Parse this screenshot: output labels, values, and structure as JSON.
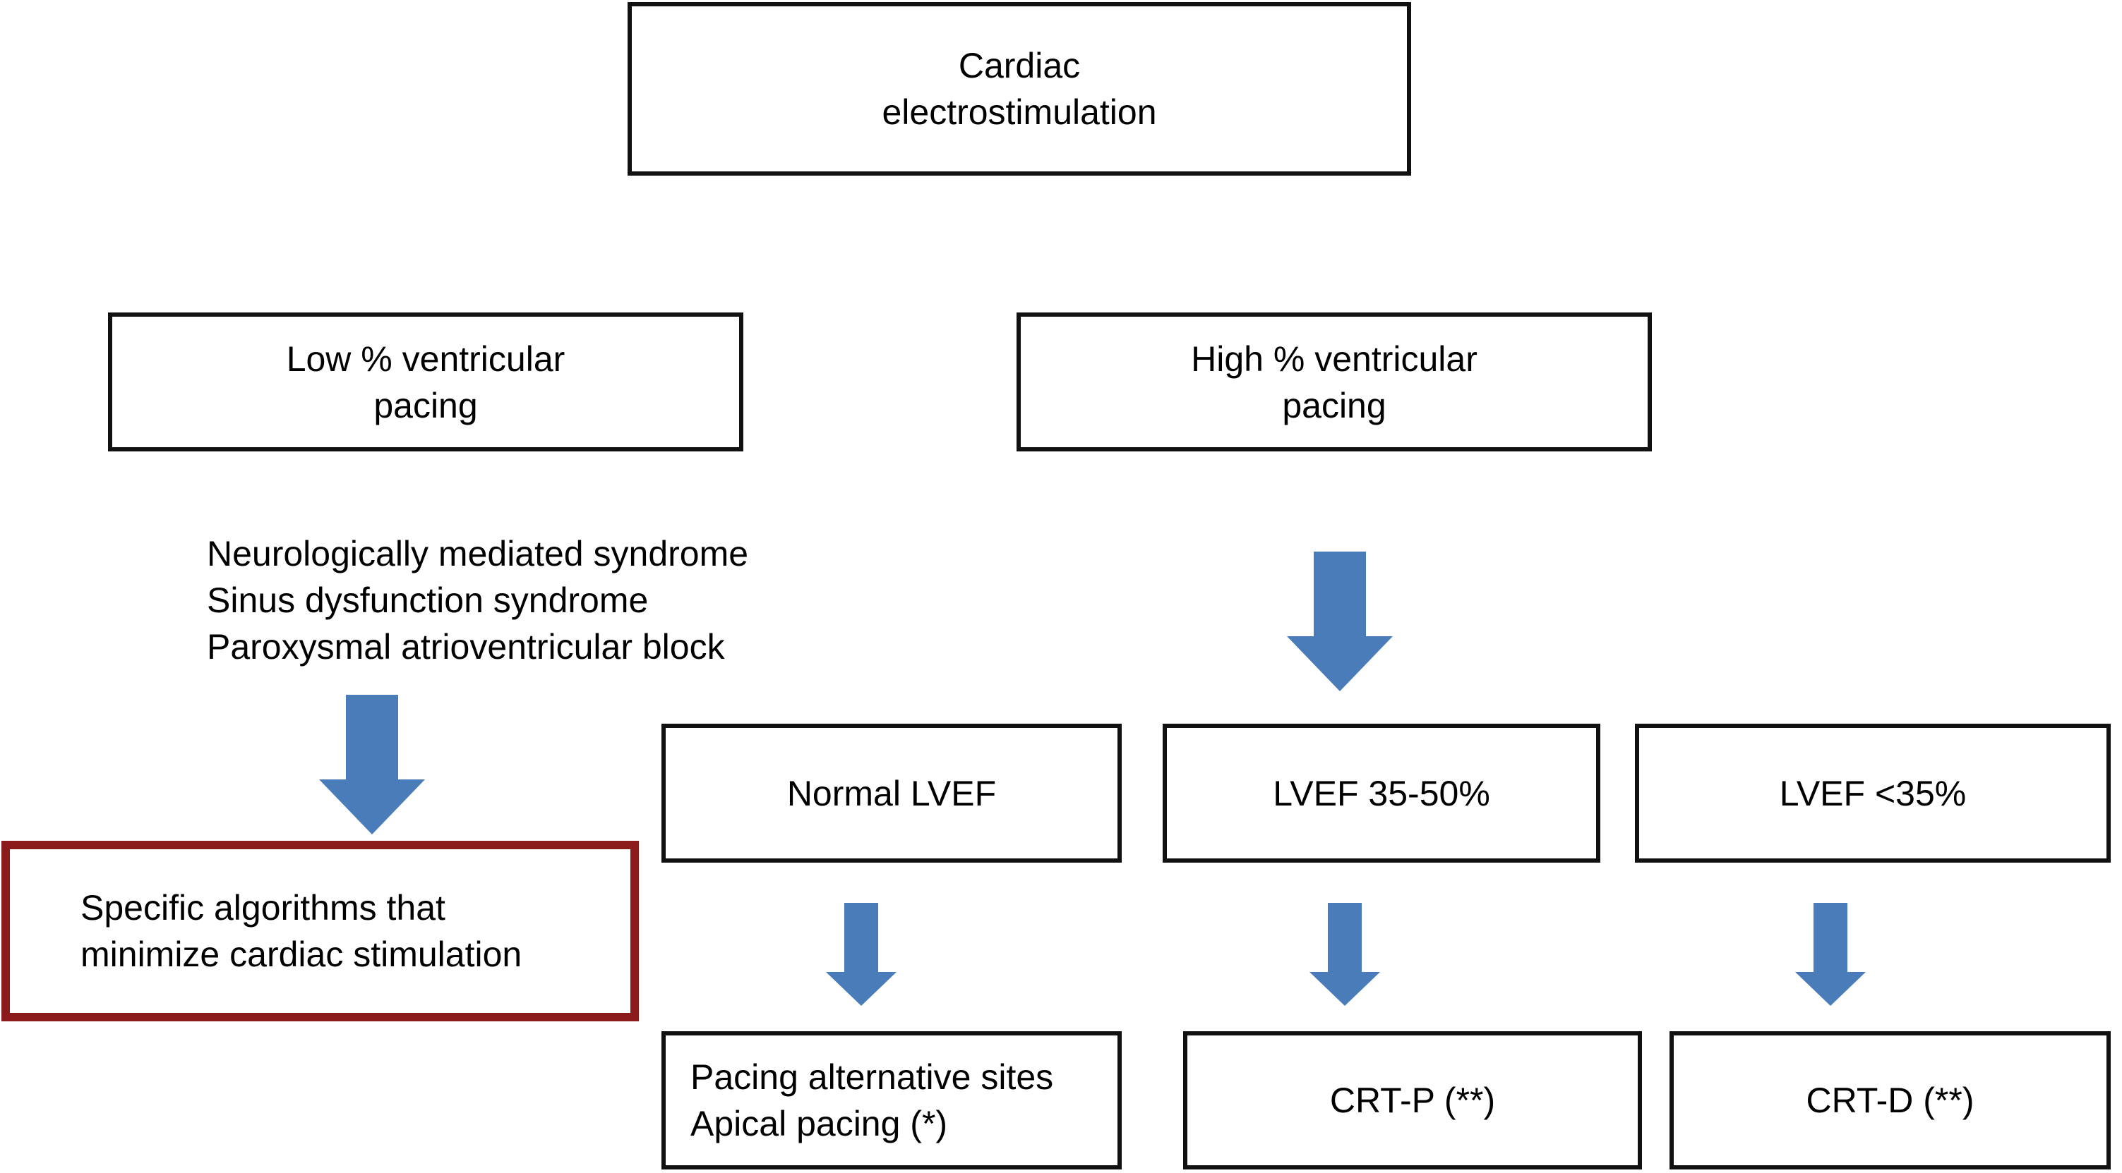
{
  "figure": {
    "type": "flowchart",
    "background": "#FFFFFF"
  },
  "colors": {
    "background": "#FFFFFF",
    "text": "#000000",
    "box_fill": "#FFFFFF",
    "box_border": "#111111",
    "highlight_border": "#8B1A1A",
    "arrow": "#4A7CBA"
  },
  "nodes": {
    "root": {
      "lines": [
        "Cardiac",
        "electrostimulation"
      ]
    },
    "low_pacing": {
      "lines": [
        "Low % ventricular",
        "pacing"
      ]
    },
    "high_pacing": {
      "lines": [
        "High % ventricular",
        "pacing"
      ]
    },
    "indications": {
      "lines": [
        "Neurologically mediated syndrome",
        "Sinus dysfunction syndrome",
        "Paroxysmal atrioventricular block"
      ]
    },
    "algorithms": {
      "lines": [
        "Specific algorithms that",
        "minimize cardiac stimulation"
      ]
    },
    "normal_lvef": {
      "label": "Normal LVEF"
    },
    "lvef_35_50": {
      "label": "LVEF 35-50%"
    },
    "lvef_lt_35": {
      "label": "LVEF <35%"
    },
    "pacing_sites": {
      "lines": [
        "Pacing alternative sites",
        "Apical pacing (*)"
      ]
    },
    "crt_p": {
      "label": "CRT-P (**)"
    },
    "crt_d": {
      "label": "CRT-D (**)"
    }
  }
}
